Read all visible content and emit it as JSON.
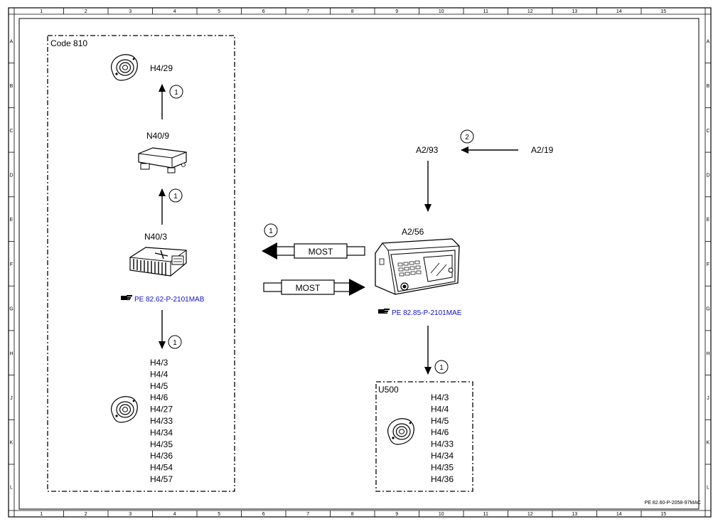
{
  "frame": {
    "columns": [
      "1",
      "2",
      "3",
      "4",
      "5",
      "6",
      "7",
      "8",
      "9",
      "10",
      "11",
      "12",
      "13",
      "14",
      "15"
    ],
    "rows": [
      "A",
      "B",
      "C",
      "D",
      "E",
      "F",
      "G",
      "H",
      "J",
      "K",
      "L"
    ],
    "doc_id": "PE 82.60-P-2058-97MAC"
  },
  "group_code810": {
    "title": "Code 810",
    "h4_29": "H4/29",
    "n40_9": "N40/9",
    "n40_3": "N40/3",
    "ref_link": "PE 82.62-P-2101MAB",
    "speakers": [
      "H4/3",
      "H4/4",
      "H4/5",
      "H4/6",
      "H4/27",
      "H4/33",
      "H4/34",
      "H4/35",
      "H4/36",
      "H4/54",
      "H4/57"
    ]
  },
  "arrows": {
    "circle_1": "1",
    "circle_2": "2",
    "most_label": "MOST"
  },
  "right": {
    "a2_93": "A2/93",
    "a2_19": "A2/19",
    "a2_56": "A2/56",
    "ref_link": "PE 82.85-P-2101MAE"
  },
  "group_u500": {
    "title": "U500",
    "speakers": [
      "H4/3",
      "H4/4",
      "H4/5",
      "H4/6",
      "H4/33",
      "H4/34",
      "H4/35",
      "H4/36"
    ]
  },
  "icons": {
    "speaker": "speaker-icon",
    "amplifier": "amplifier-icon",
    "module": "control-module-icon",
    "head_unit": "head-unit-icon",
    "pointing_hand": "pointing-hand-icon"
  }
}
